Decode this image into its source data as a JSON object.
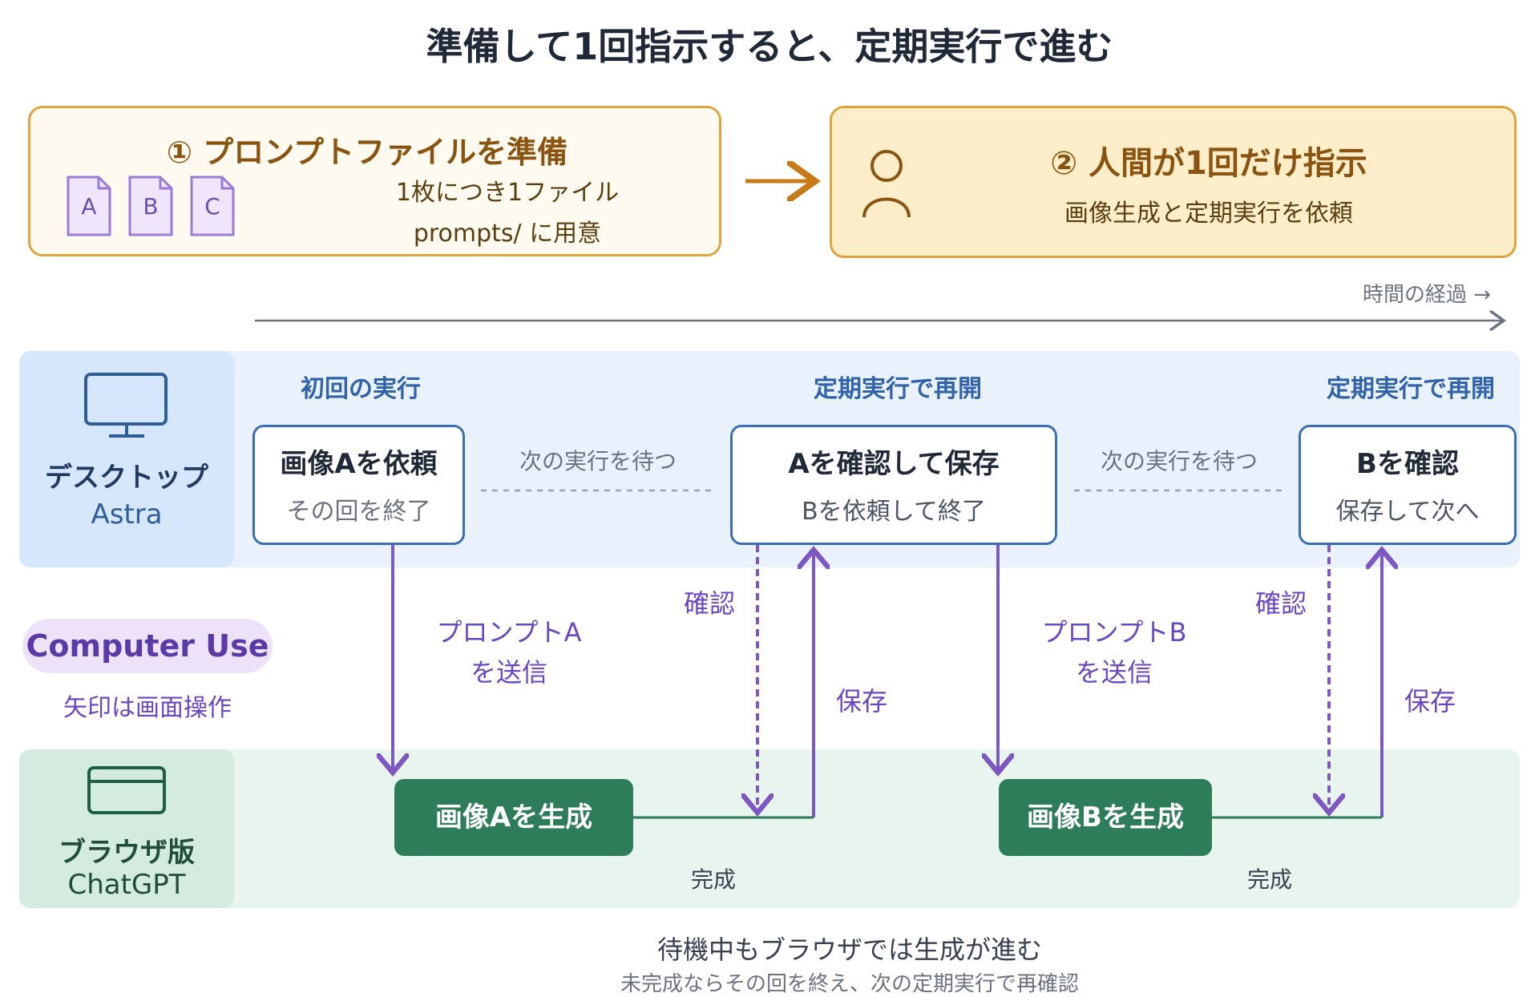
{
  "title": "準備して1回指示すると、定期実行で進む",
  "step1": {
    "title": "① プロンプトファイルを準備",
    "files": [
      "A",
      "B",
      "C"
    ],
    "desc_line1": "1枚につき1ファイル",
    "desc_line2": "prompts/ に用意"
  },
  "step2": {
    "title": "② 人間が1回だけ指示",
    "desc": "画像生成と定期実行を依頼"
  },
  "timeline": {
    "label": "時間の経過 →"
  },
  "lanes": {
    "desktop": {
      "title": "デスクトップ",
      "subtitle": "Astra"
    },
    "computer_use": {
      "badge": "Computer Use",
      "note": "矢印は画面操作"
    },
    "browser": {
      "title": "ブラウザ版",
      "subtitle": "ChatGPT"
    }
  },
  "phases": [
    "初回の実行",
    "定期実行で再開",
    "定期実行で再開"
  ],
  "desktop_boxes": [
    {
      "line1": "画像Aを依頼",
      "line2": "その回を終了"
    },
    {
      "line1": "Aを確認して保存",
      "line2": "Bを依頼して終了"
    },
    {
      "line1": "Bを確認",
      "line2": "保存して次へ"
    }
  ],
  "wait_labels": [
    "次の実行を待つ",
    "次の実行を待つ"
  ],
  "browser_boxes": [
    "画像Aを生成",
    "画像Bを生成"
  ],
  "arrows": {
    "send_a_line1": "プロンプトA",
    "send_a_line2": "を送信",
    "send_b_line1": "プロンプトB",
    "send_b_line2": "を送信",
    "check": "確認",
    "save": "保存",
    "done": "完成"
  },
  "footer": {
    "line1": "待機中もブラウザでは生成が進む",
    "line2": "未完成ならその回を終え、次の定期実行で再確認"
  },
  "colors": {
    "gold": "#e0a43c",
    "blue": "#3a6fb8",
    "green": "#2e7d5a",
    "purple": "#7e57c2"
  }
}
